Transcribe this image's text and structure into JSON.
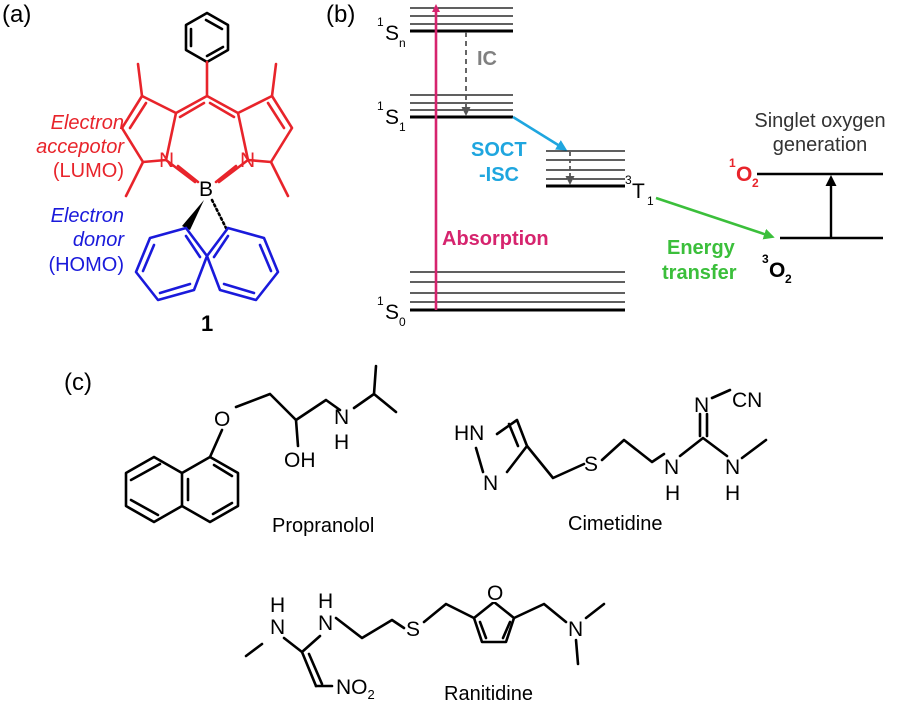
{
  "panels": {
    "a": "(a)",
    "b": "(b)",
    "c": "(c)"
  },
  "panel_a": {
    "acceptor_line1": "Electron",
    "acceptor_line2": "accepotor",
    "acceptor_line3": "(LUMO)",
    "donor_line1": "Electron",
    "donor_line2": "donor",
    "donor_line3": "(HOMO)",
    "compound_number": "1",
    "atom_N": "N",
    "atom_B": "B",
    "acceptor_color": "#e8242b",
    "donor_color": "#1a1adb"
  },
  "panel_b": {
    "states": {
      "s_sup": "1",
      "sn_main": "S",
      "sn_sub": "n",
      "s1_main": "S",
      "s1_sub": "1",
      "s0_main": "S",
      "s0_sub": "0",
      "t_sup": "3",
      "t1_main": "T",
      "t1_sub": "1",
      "o2_singlet_sup": "1",
      "o2_triplet_sup": "3",
      "o2_main": "O",
      "o2_sub": "2"
    },
    "processes": {
      "ic": "IC",
      "soct1": "SOCT",
      "soct2": "-ISC",
      "absorption": "Absorption",
      "energy1": "Energy",
      "energy2": "transfer",
      "singlet1": "Singlet oxygen",
      "singlet2": "generation"
    },
    "colors": {
      "absorption": "#d6246e",
      "ic": "#808080",
      "soct": "#1fa6df",
      "energy_transfer": "#3bbf3b",
      "singlet_o2": "#e8242b"
    }
  },
  "panel_c": {
    "propranolol": "Propranolol",
    "cimetidine": "Cimetidine",
    "ranitidine": "Ranitidine",
    "atoms": {
      "O": "O",
      "OH": "OH",
      "N": "N",
      "H": "H",
      "HN": "HN",
      "S": "S",
      "CN": "CN",
      "NO2_main": "NO",
      "NO2_sub": "2"
    }
  }
}
